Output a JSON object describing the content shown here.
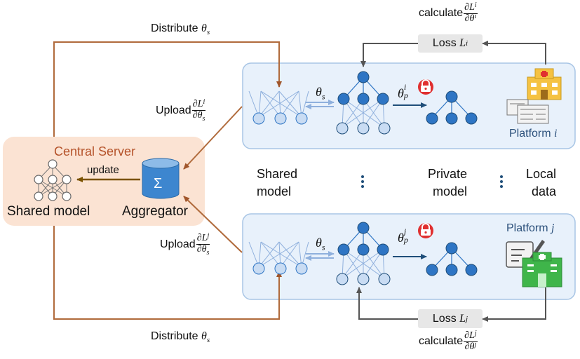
{
  "central_server": {
    "title": "Central Server",
    "model_label": "Shared model",
    "aggregator_label": "Aggregator",
    "update_label": "update",
    "aggregator_symbol": "Σ"
  },
  "top": {
    "distribute_text": "Distribute",
    "distribute_symbol": "θ",
    "distribute_sub": "s",
    "calc_text": "calculate",
    "calc_num": "∂L",
    "calc_num_sup": "i",
    "calc_den": "∂θ",
    "calc_den_sup": "i",
    "loss_text": "Loss",
    "loss_symbol": "L",
    "loss_sub": "i",
    "upload_text": "Upload",
    "upload_num": "∂L",
    "upload_num_sup": "i",
    "upload_den": "∂θ",
    "upload_den_sub": "s"
  },
  "bottom": {
    "distribute_text": "Distribute",
    "distribute_symbol": "θ",
    "distribute_sub": "s",
    "calc_text": "calculate",
    "calc_num": "∂L",
    "calc_num_sup": "j",
    "calc_den": "∂θ",
    "calc_den_sup": "j",
    "loss_text": "Loss",
    "loss_symbol": "L",
    "loss_sub": "j",
    "upload_text": "Upload",
    "upload_num": "∂L",
    "upload_num_sup": "j",
    "upload_den": "∂θ",
    "upload_den_sub": "s"
  },
  "platform_i": {
    "name": "Platform",
    "index": "i",
    "shared_param": "θ",
    "shared_sub": "s",
    "private_param": "θ",
    "private_sup": "i",
    "private_sub": "p"
  },
  "platform_j": {
    "name": "Platform",
    "index": "j",
    "shared_param": "θ",
    "shared_sub": "s",
    "private_param": "θ",
    "private_sup": "j",
    "private_sub": "p"
  },
  "middle": {
    "shared_line1": "Shared",
    "shared_line2": "model",
    "private_line1": "Private",
    "private_line2": "model",
    "local_line1": "Local",
    "local_line2": "data",
    "ellipsis": "⋮"
  },
  "colors": {
    "brown_arrow": "#b06a3b",
    "server_bg": "#fbe3d3",
    "platform_bg": "#e8f1fb",
    "platform_border": "#a8c5e5",
    "grey_arrow": "#555555",
    "node_light": "#c9dcf3",
    "node_dark": "#2e75c4",
    "lock_red": "#e03030",
    "hospital_yellow": "#f5c242",
    "hospital_green": "#3fb54a"
  },
  "icons": {
    "lock": "lock-icon",
    "hospital_top": "hospital-icon",
    "documents_top": "documents-icon",
    "medical_record": "medical-record-icon",
    "hospital_bottom": "hospital-icon",
    "aggregator": "database-sum-icon",
    "shared_model_server": "neural-network-icon"
  }
}
